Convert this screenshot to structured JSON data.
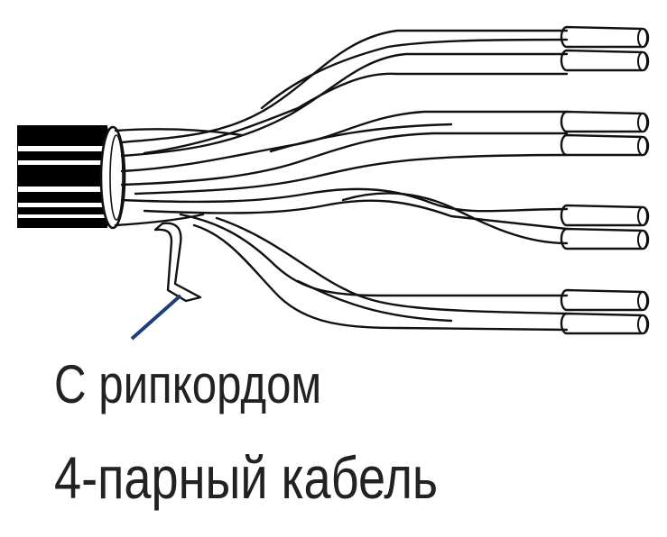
{
  "labels": {
    "ripcord": "С рипкордом",
    "cable": "4-парный кабель"
  },
  "colors": {
    "outline": "#111111",
    "jacket": "#000000",
    "ripcord_leader": "#1f3f7a",
    "text": "#222222",
    "background": "#ffffff"
  },
  "diagram": {
    "subject": "4-pair twisted cable with ripcord",
    "pairs": 4,
    "conductors": 8
  }
}
